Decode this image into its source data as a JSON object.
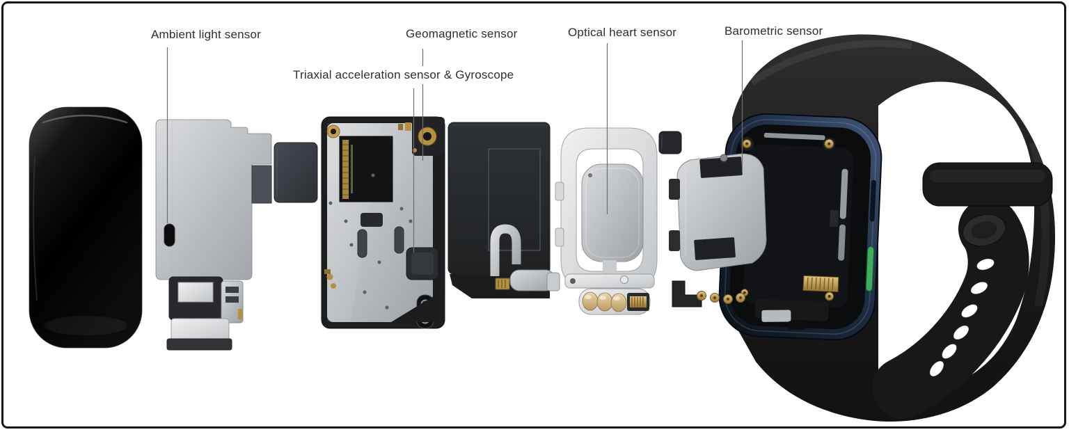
{
  "figure": {
    "description": "Exploded view of a smartwatch showing its internal sensor components, case and strap",
    "background": "#ffffff",
    "border_color": "#161616"
  },
  "callouts": [
    {
      "id": "ambient-light",
      "label": "Ambient light sensor"
    },
    {
      "id": "triaxial-gyro",
      "label": "Triaxial acceleration sensor & Gyroscope"
    },
    {
      "id": "geomagnetic",
      "label": "Geomagnetic sensor"
    },
    {
      "id": "optical-heart",
      "label": "Optical heart sensor"
    },
    {
      "id": "barometric",
      "label": "Barometric sensor"
    }
  ],
  "colors": {
    "label_text": "#2e2e2e",
    "leader_line": "#6e6e6e",
    "strap_black": "#1b1b1b",
    "case_navy": "#24344a",
    "side_button_green": "#3fae5a",
    "gold_contacts": "#c09a4d",
    "silver_metal": "#c6c9cc"
  }
}
